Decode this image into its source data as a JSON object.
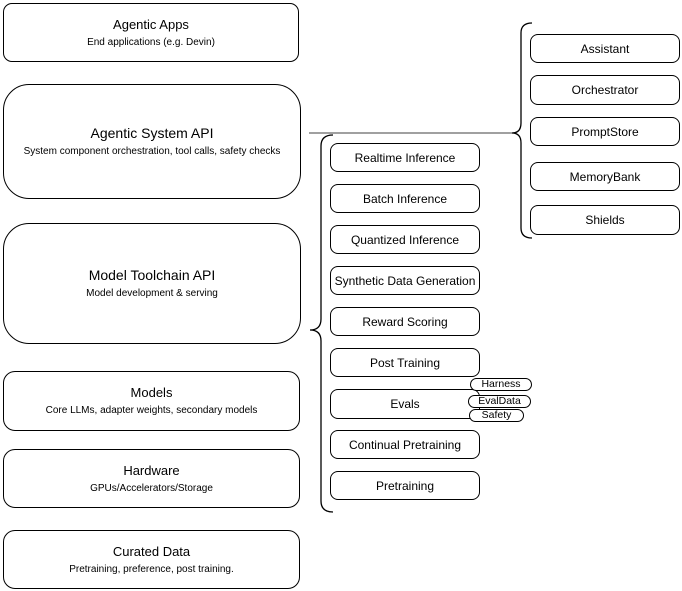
{
  "layers": [
    {
      "title": "Agentic Apps",
      "subtitle": "End applications (e.g. Devin)"
    },
    {
      "title": "Agentic System API",
      "subtitle": "System component orchestration, tool calls, safety checks"
    },
    {
      "title": "Model Toolchain API",
      "subtitle": "Model development & serving"
    },
    {
      "title": "Models",
      "subtitle": "Core LLMs, adapter weights, secondary models"
    },
    {
      "title": "Hardware",
      "subtitle": "GPUs/Accelerators/Storage"
    },
    {
      "title": "Curated Data",
      "subtitle": "Pretraining, preference, post training."
    }
  ],
  "toolchain_items": [
    {
      "label": "Realtime Inference"
    },
    {
      "label": "Batch Inference"
    },
    {
      "label": "Quantized Inference"
    },
    {
      "label": "Synthetic Data Generation"
    },
    {
      "label": "Reward Scoring"
    },
    {
      "label": "Post Training"
    },
    {
      "label": "Evals"
    },
    {
      "label": "Continual Pretraining"
    },
    {
      "label": "Pretraining"
    }
  ],
  "system_components": [
    {
      "label": "Assistant"
    },
    {
      "label": "Orchestrator"
    },
    {
      "label": "PromptStore"
    },
    {
      "label": "MemoryBank"
    },
    {
      "label": "Shields"
    }
  ],
  "eval_tags": [
    {
      "label": "Harness"
    },
    {
      "label": "EvalData"
    },
    {
      "label": "Safety"
    }
  ],
  "colors": {
    "stroke": "#000000",
    "fill": "#ffffff",
    "connector": "#808080"
  }
}
